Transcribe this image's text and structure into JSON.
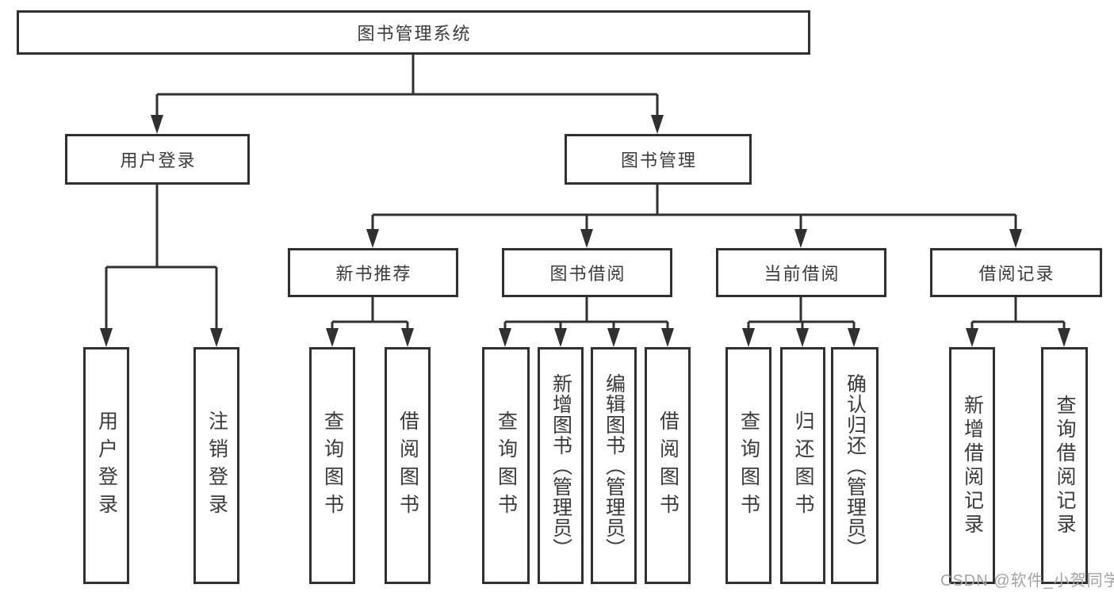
{
  "tree": {
    "root": {
      "label": "图书管理系统",
      "children": [
        {
          "label": "用户登录",
          "children": [
            {
              "label": "用户登录"
            },
            {
              "label": "注销登录"
            }
          ]
        },
        {
          "label": "图书管理",
          "children": [
            {
              "label": "新书推荐",
              "children": [
                {
                  "label": "查询图书"
                },
                {
                  "label": "借阅图书"
                }
              ]
            },
            {
              "label": "图书借阅",
              "children": [
                {
                  "label": "查询图书"
                },
                {
                  "label": "新增图书（管理员）"
                },
                {
                  "label": "编辑图书（管理员）"
                },
                {
                  "label": "借阅图书"
                }
              ]
            },
            {
              "label": "当前借阅",
              "children": [
                {
                  "label": "查询图书"
                },
                {
                  "label": "归还图书"
                },
                {
                  "label": "确认归还（管理员）"
                }
              ]
            },
            {
              "label": "借阅记录",
              "children": [
                {
                  "label": "新增借阅记录"
                },
                {
                  "label": "查询借阅记录"
                }
              ]
            }
          ]
        }
      ]
    }
  },
  "watermark": "CSDN @软件_小贺同学",
  "colors": {
    "line": "#303030",
    "text": "#3a3a3a",
    "background": "#ffffff",
    "watermark": "#a3a3a3"
  }
}
